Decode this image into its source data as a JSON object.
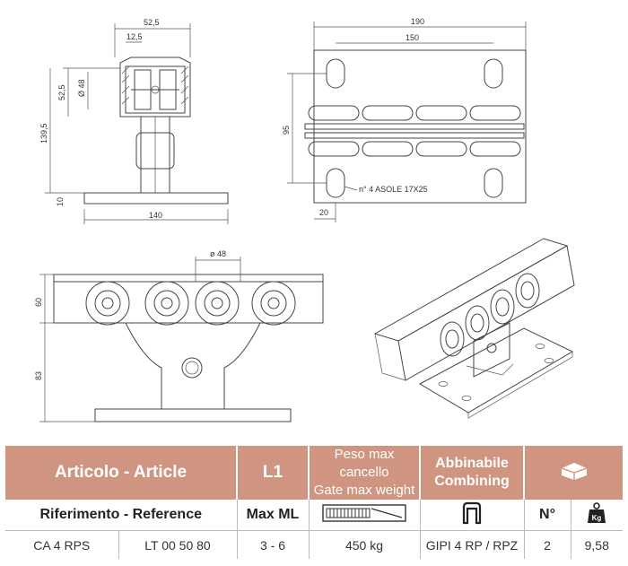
{
  "dimensions": {
    "side": {
      "d525": "52,5",
      "d125": "12,5",
      "d525v": "52,5",
      "d48": "Ø 48",
      "d1395": "139,5",
      "d10": "10",
      "d140": "140"
    },
    "plate": {
      "d190": "190",
      "d150": "150",
      "d95": "95",
      "d20": "20",
      "slots": "n° 4 ASOLE 17X25"
    },
    "front": {
      "d48": "ø 48",
      "d60": "60",
      "d83": "83"
    }
  },
  "table": {
    "header": {
      "article": "Articolo - Article",
      "l1": "L1",
      "weight_line1": "Peso max cancello",
      "weight_line2": "Gate max weight",
      "combining_line1": "Abbinabile",
      "combining_line2": "Combining"
    },
    "subheader": {
      "reference": "Riferimento - Reference",
      "max_ml": "Max ML",
      "n": "N°",
      "kg": "Kg"
    },
    "row": {
      "code": "CA 4 RPS",
      "ref": "LT 00 50 80",
      "ml": "3 - 6",
      "weight": "450 kg",
      "combining": "GIPI 4 RP / RPZ",
      "n": "2",
      "kg": "9,58"
    }
  }
}
